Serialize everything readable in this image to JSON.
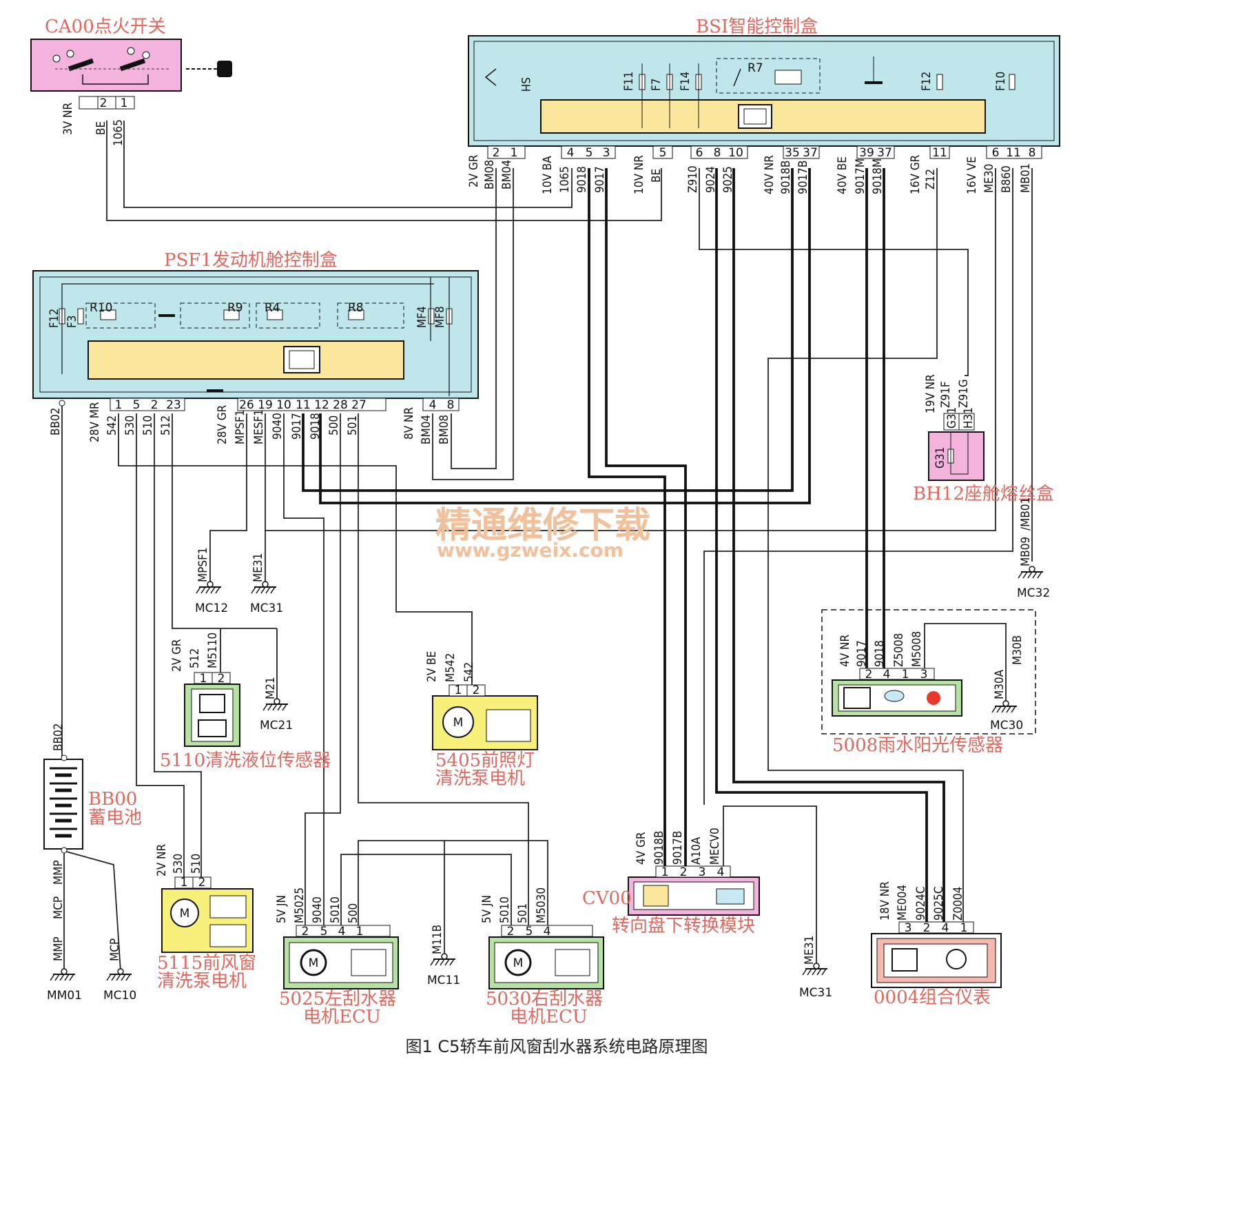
{
  "caption": "图1 C5轿车前风窗刮水器系统电路原理图",
  "watermark": {
    "line1": "精通维修下载",
    "line2": "www.gzweix.com"
  },
  "components": {
    "ca00": {
      "label": "CA00点火开关",
      "pins": [
        "2",
        "1"
      ],
      "conn": "3V NR",
      "wires": [
        "BE",
        "1065"
      ]
    },
    "bsi": {
      "label": "BSI智能控制盒",
      "fuses": [
        "F11",
        "F7",
        "F14",
        "F12",
        "F10"
      ],
      "relay": "R7",
      "sh": "SH",
      "pins": [
        "2",
        "1",
        "4",
        "5",
        "3",
        "5",
        "6",
        "8",
        "10",
        "35",
        "37",
        "39",
        "37",
        "11",
        "6",
        "11",
        "8"
      ],
      "conns": [
        "2V GR",
        "10V BA",
        "10V NR",
        "40V NR",
        "40V BE",
        "16V GR",
        "16V VE"
      ],
      "wires": [
        "BM08",
        "BM04",
        "1065",
        "9018",
        "9017",
        "BE",
        "Z910",
        "9024",
        "9025",
        "9018B",
        "9017B",
        "9017M",
        "9018M",
        "Z12",
        "ME30",
        "B860",
        "MB01"
      ]
    },
    "psf1": {
      "label": "PSF1发动机舱控制盒",
      "fuses": [
        "F12",
        "F3",
        "MF4",
        "MF8"
      ],
      "relays": [
        "R10",
        "R9",
        "R4",
        "R8"
      ],
      "pins": [
        "1",
        "5",
        "2",
        "23",
        "26",
        "19",
        "10",
        "11",
        "12",
        "28",
        "27",
        "4",
        "8"
      ],
      "conns": [
        "28V MR",
        "28V GR",
        "8V NR"
      ],
      "wires": [
        "542",
        "530",
        "510",
        "512",
        "MPSF1",
        "MESF1",
        "9040",
        "9017",
        "9018",
        "500",
        "501",
        "BM04",
        "BM08",
        "BB02"
      ]
    },
    "bh12": {
      "label": "BH12座舱熔丝盒",
      "conn": "19V NR",
      "wires": [
        "Z91F",
        "Z91G"
      ],
      "fuses": [
        "G31",
        "H31",
        "G31"
      ]
    },
    "s5110": {
      "label": "5110清洗液位传感器",
      "conn": "2V GR",
      "wires": [
        "512",
        "M5110"
      ],
      "pins": [
        "1",
        "2"
      ]
    },
    "m5405": {
      "label": "5405前照灯",
      "label2": "清洗泵电机",
      "conn": "2V BE",
      "wires": [
        "M542",
        "542"
      ],
      "pins": [
        "1",
        "2"
      ],
      "motor": "M"
    },
    "s5008": {
      "label": "5008雨水阳光传感器",
      "conn": "4V NR",
      "wires": [
        "9017",
        "9018",
        "Z5008",
        "M5008"
      ],
      "pins": [
        "2",
        "4",
        "1",
        "3"
      ],
      "gwires": [
        "M30A",
        "M30B"
      ]
    },
    "bb00": {
      "label": "BB00",
      "label2": "蓄电池",
      "wires": [
        "BB02",
        "MMP",
        "MCP",
        "MMP",
        "MCP"
      ]
    },
    "m5115": {
      "label": "5115前风窗",
      "label2": "清洗泵电机",
      "conn": "2V NR",
      "wires": [
        "530",
        "510"
      ],
      "pins": [
        "1",
        "2"
      ],
      "motor": "M"
    },
    "e5025": {
      "label": "5025左刮水器",
      "label2": "电机ECU",
      "conn": "5V JN",
      "wires": [
        "M5025",
        "9040",
        "5010",
        "500"
      ],
      "pins": [
        "2",
        "5",
        "4",
        "1"
      ],
      "motor": "M"
    },
    "e5030": {
      "label": "5030右刮水器",
      "label2": "电机ECU",
      "conn": "5V JN",
      "wires": [
        "5010",
        "501",
        "M5030"
      ],
      "pins": [
        "2",
        "5",
        "4"
      ],
      "motor": "M"
    },
    "cv00": {
      "label": "CV00",
      "label2": "转向盘下转换模块",
      "conn": "4V GR",
      "wires": [
        "9018B",
        "9017B",
        "A10A",
        "MECV0"
      ],
      "pins": [
        "1",
        "2",
        "3",
        "4"
      ]
    },
    "i0004": {
      "label": "0004组合仪表",
      "conn": "18V NR",
      "wires": [
        "ME004",
        "9024C",
        "9025C",
        "Z0004"
      ],
      "pins": [
        "3",
        "2",
        "4",
        "1"
      ]
    }
  },
  "grounds": [
    "MC12",
    "MC31",
    "MC21",
    "MC32",
    "MC30",
    "MM01",
    "MC10",
    "MC11",
    "MC31"
  ],
  "ground_wires": [
    "MPSF1",
    "ME31",
    "M21",
    "MB09",
    "/MB01",
    "M11B",
    "ME31"
  ]
}
